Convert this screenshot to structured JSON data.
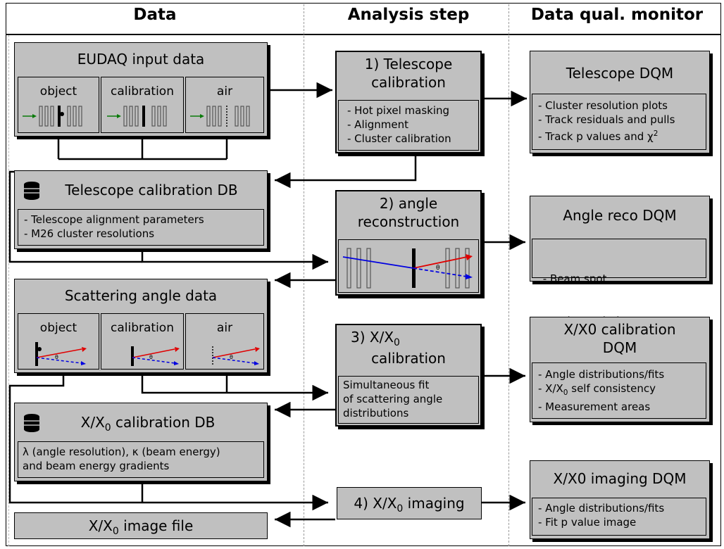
{
  "headers": {
    "data": "Data",
    "analysis": "Analysis step",
    "dqm": "Data qual. monitor"
  },
  "eudaq": {
    "title": "EUDAQ input data",
    "cols": [
      "object",
      "calibration",
      "air"
    ]
  },
  "telescope_db": {
    "title": "Telescope calibration DB",
    "items": [
      "- Telescope alignment parameters",
      "- M26 cluster resolutions"
    ]
  },
  "scattering": {
    "title": "Scattering angle data",
    "cols": [
      "object",
      "calibration",
      "air"
    ]
  },
  "x0_db": {
    "title_pre": "X/X",
    "title_sub": "0",
    "title_post": " calibration DB",
    "items": [
      "λ (angle resolution), κ (beam energy)",
      "and beam energy gradients"
    ]
  },
  "image_file": {
    "pre": "X/X",
    "sub": "0",
    "post": " image file"
  },
  "step1": {
    "title_line1": "1) Telescope",
    "title_line2": "calibration",
    "items": [
      "- Hot pixel masking",
      "- Alignment",
      "- Cluster calibration"
    ]
  },
  "step2": {
    "title_line1": "2) angle",
    "title_line2": "reconstruction"
  },
  "step3": {
    "title_pre": "3) X/X",
    "title_sub": "0",
    "title_line2": "calibration",
    "items": [
      "Simultaneous fit",
      "of scattering angle",
      "distributions"
    ]
  },
  "step4": {
    "pre": "4) X/X",
    "sub": "0",
    "post": " imaging"
  },
  "dqm1": {
    "title": "Telescope DQM",
    "items": [
      "- Cluster resolution plots",
      "- Track residuals and pulls"
    ],
    "item3_pre": "- Track p values and χ",
    "item3_sup": "2"
  },
  "dqm2": {
    "title": "Angle reco DQM",
    "items": [
      " - Beam spot",
      "- Angle resolution"
    ]
  },
  "dqm3": {
    "title_line1": "X/X0 calibration",
    "title_line2": "DQM",
    "item1": "- Angle distributions/fits",
    "item2_pre": "- X/X",
    "item2_sub": "0",
    "item2_post": " self consistency",
    "item3": "- Measurement areas"
  },
  "dqm4": {
    "title": "X/X0 imaging DQM",
    "items": [
      "- Angle distributions/fits",
      "- Fit p value image"
    ]
  },
  "colors": {
    "box_fill": "#c0c0c0",
    "beam_green": "#0a7a0a",
    "track_red": "#e00000",
    "track_blue": "#0000e0",
    "frame": "#000000",
    "dashed_divider": "#999999"
  }
}
